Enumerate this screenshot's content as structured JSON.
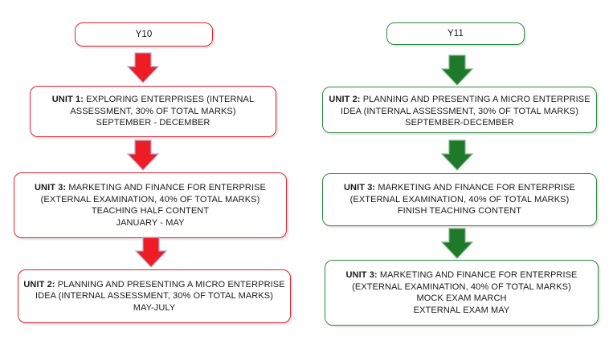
{
  "colors": {
    "y10_accent": "#e0212b",
    "y11_accent": "#2b8a3e",
    "arrow_y10_fill": "#ee1c25",
    "arrow_y10_stroke": "#b8a9c9",
    "arrow_y11_fill": "#1e7a28",
    "arrow_y11_stroke": "#7fb488"
  },
  "y10": {
    "header": "Y10",
    "boxes": [
      {
        "unit": "UNIT 1:",
        "lines": [
          "EXPLORING ENTERPRISES (INTERNAL",
          "ASSESSMENT, 30% OF TOTAL MARKS)",
          "SEPTEMBER - DECEMBER"
        ]
      },
      {
        "unit": "UNIT 3:",
        "lines": [
          "MARKETING AND FINANCE FOR ENTERPRISE",
          "(EXTERNAL EXAMINATION, 40% OF TOTAL MARKS)",
          "TEACHING HALF CONTENT",
          "JANUARY - MAY"
        ]
      },
      {
        "unit": "UNIT 2:",
        "lines": [
          "PLANNING AND PRESENTING A MICRO ENTERPRISE",
          "IDEA (INTERNAL ASSESSMENT, 30% OF TOTAL MARKS)",
          "MAY-JULY"
        ]
      }
    ]
  },
  "y11": {
    "header": "Y11",
    "boxes": [
      {
        "unit": "UNIT 2:",
        "lines": [
          "PLANNING AND PRESENTING A MICRO ENTERPRISE",
          "IDEA (INTERNAL ASSESSMENT, 30% OF TOTAL MARKS)",
          "SEPTEMBER-DECEMBER"
        ]
      },
      {
        "unit": "UNIT 3:",
        "lines": [
          "MARKETING AND FINANCE FOR ENTERPRISE",
          "(EXTERNAL EXAMINATION, 40% OF TOTAL MARKS)",
          "FINISH TEACHING CONTENT"
        ]
      },
      {
        "unit": "UNIT 3:",
        "lines": [
          "MARKETING AND FINANCE FOR ENTERPRISE",
          "(EXTERNAL EXAMINATION, 40% OF TOTAL MARKS)",
          "MOCK EXAM MARCH",
          "EXTERNAL EXAM MAY"
        ]
      }
    ]
  }
}
